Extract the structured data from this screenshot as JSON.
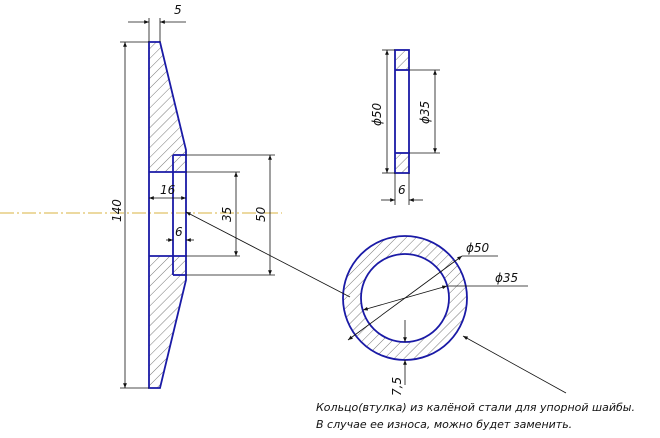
{
  "dimensions": {
    "flange_thickness": "5",
    "overall_height": "140",
    "bore_depth": "16",
    "ring_width": "6",
    "inner_diameter": "35",
    "outer_diameter": "50",
    "washer_outer_diameter": "ϕ50",
    "washer_inner_diameter": "ϕ35",
    "washer_thickness": "6",
    "ring_outer_diameter": "ϕ50",
    "ring_inner_diameter": "ϕ35",
    "ring_wall": "7,5"
  },
  "note": {
    "line1": "Кольцо(втулка) из калёной стали для упорной шайбы.",
    "line2": "В случае ее износа, можно будет заменить."
  },
  "colors": {
    "outline": "#1a1aa6",
    "dimension": "#111111",
    "centerline": "#d9b340"
  }
}
